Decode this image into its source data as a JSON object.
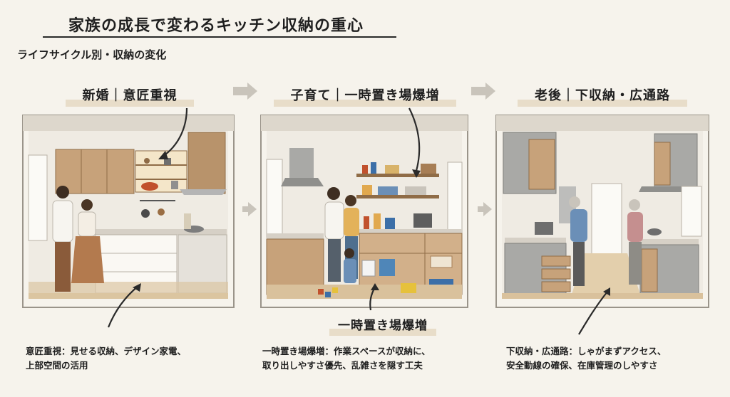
{
  "header": {
    "title": "家族の成長で変わるキッチン収納の重心",
    "subtitle": "ライフサイクル別・収納の変化"
  },
  "stages": [
    {
      "label": "新婚｜意匠重視",
      "desc_lines": [
        "意匠重視：見せる収納、デザイン家電、",
        "上部空間の活用"
      ]
    },
    {
      "label": "子育て｜一時置き場爆増",
      "callout": "一時置き場爆増",
      "desc_lines": [
        "一時置き場爆増：作業スペースが収納に、",
        "取り出しやすさ優先、乱雑さを隠す工夫"
      ]
    },
    {
      "label": "老後｜下収納・広通路",
      "desc_lines": [
        "下収納・広通路：しゃがまずアクセス、",
        "安全動線の確保、在庫管理のしやすさ"
      ]
    }
  ],
  "colors": {
    "background": "#f6f3ec",
    "wall": "#ece7dd",
    "wood": "#c7a27a",
    "wood_dark": "#a77e55",
    "floor": "#d9c19c",
    "grey_cabinet": "#a9a9a6",
    "highlight": "#e8ddc9"
  },
  "icons": [
    "arrow-right-icon",
    "pointer-arrow-icon"
  ]
}
